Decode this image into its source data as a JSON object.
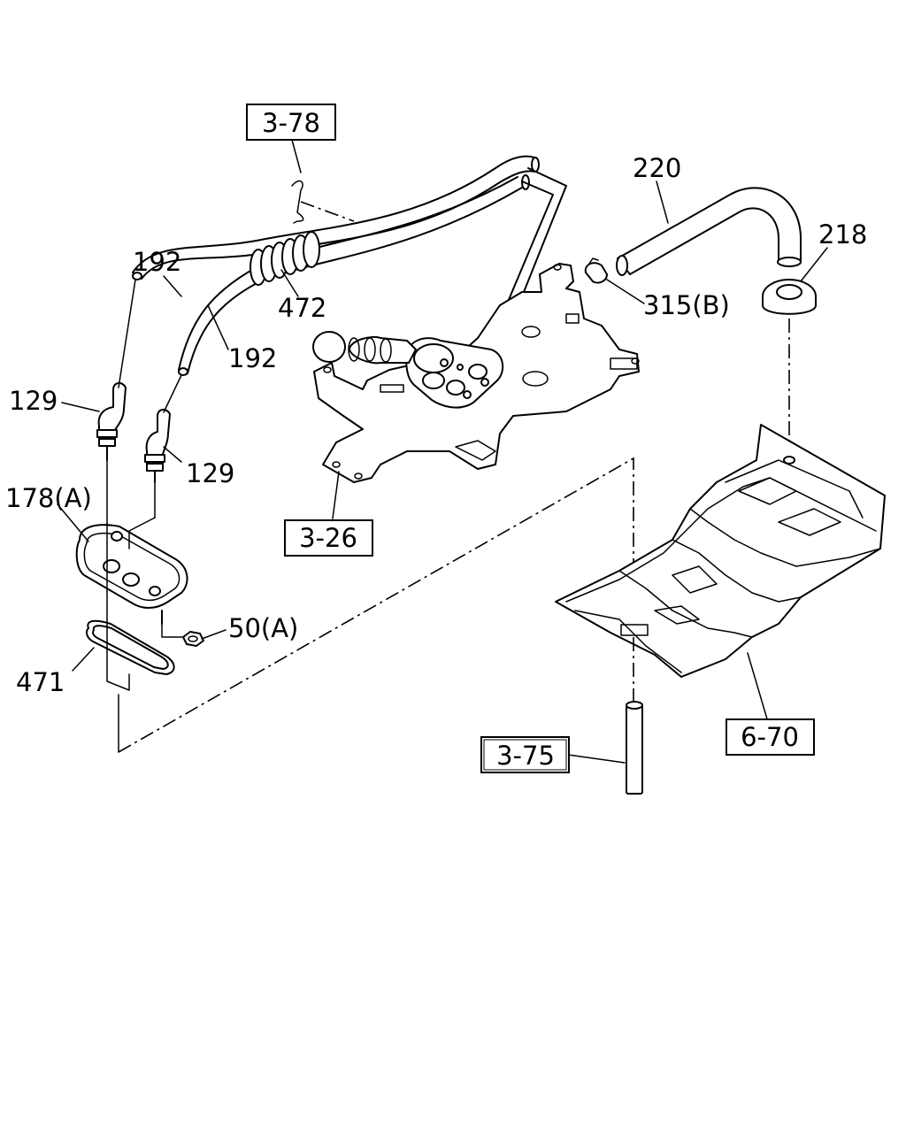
{
  "diagram": {
    "refs": {
      "r378": "3-78",
      "r326": "3-26",
      "r375": "3-75",
      "r670": "6-70"
    },
    "parts": {
      "p220": "220",
      "p218": "218",
      "p315": "315(B)",
      "p192a": "192",
      "p192b": "192",
      "p472": "472",
      "p129a": "129",
      "p129b": "129",
      "p178": "178(A)",
      "p50": "50(A)",
      "p471": "471"
    }
  }
}
